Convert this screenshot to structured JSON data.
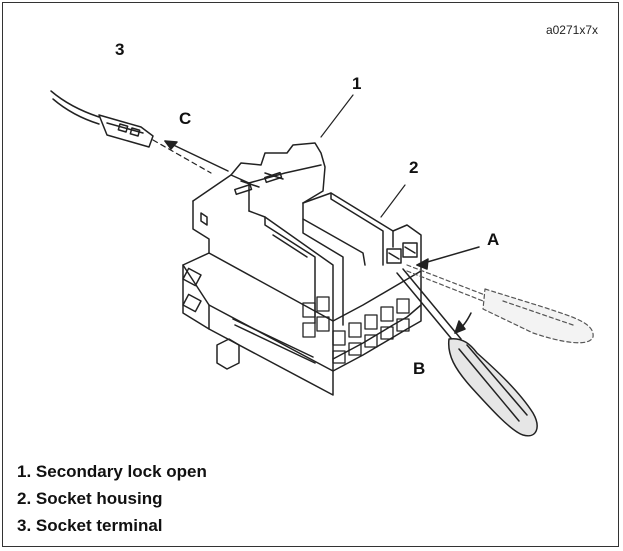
{
  "figure_id": "a0271x7x",
  "callouts": {
    "one": "1",
    "two": "2",
    "three": "3",
    "a": "A",
    "b": "B",
    "c": "C"
  },
  "legend": [
    "1. Secondary lock open",
    "2. Socket housing",
    "3. Socket terminal"
  ],
  "colors": {
    "line": "#222222",
    "fill": "#ffffff",
    "shade": "#e6e6e6",
    "dashed_tool": "#888888"
  }
}
